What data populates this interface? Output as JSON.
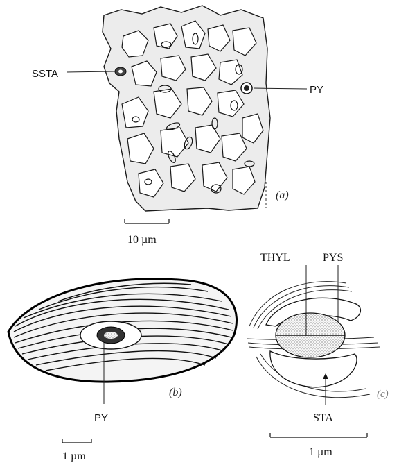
{
  "panel_a": {
    "label_ssta": "SSTA",
    "label_py": "PY",
    "panel_letter": "(a)",
    "scale_label": "10 µm"
  },
  "panel_b": {
    "label_py": "PY",
    "panel_letter": "(b)",
    "scale_label": "1 µm"
  },
  "panel_c": {
    "label_thyl": "THYL",
    "label_pys": "PYS",
    "label_sta": "STA",
    "panel_letter": "(c)",
    "scale_label": "1 µm"
  },
  "colors": {
    "ink": "#111111",
    "stipple": "#e6e6e6",
    "background": "#ffffff"
  }
}
